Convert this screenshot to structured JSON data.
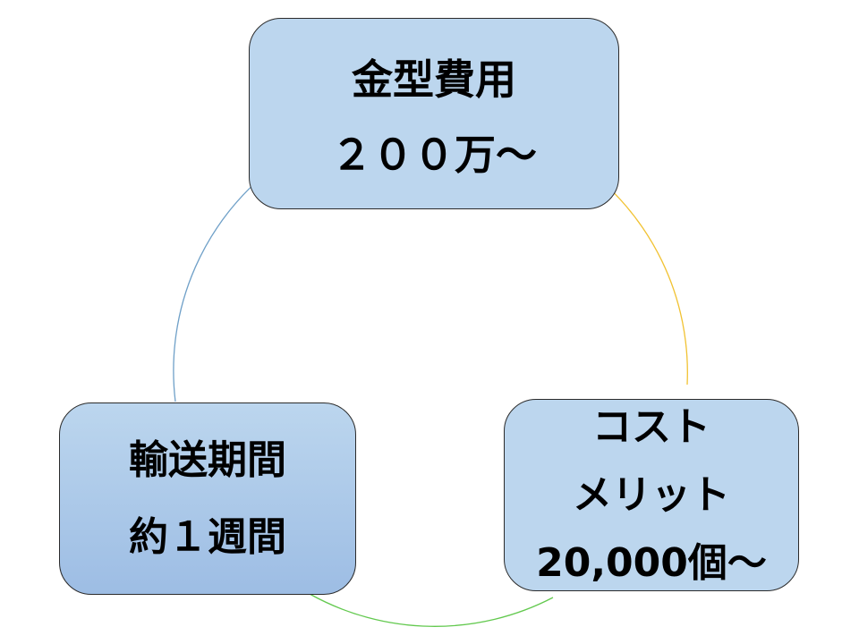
{
  "diagram": {
    "top_box": {
      "lines": [
        "金型費用",
        "２００万～"
      ]
    },
    "left_box": {
      "lines": [
        "輸送期間",
        "約１週間"
      ]
    },
    "right_box": {
      "lines": [
        "コスト",
        "メリット",
        "20,000個～"
      ]
    },
    "arc_colors": {
      "top_to_right": "#f1c232",
      "right_to_left": "#63c94f",
      "left_to_top": "#6fa0c8"
    }
  }
}
